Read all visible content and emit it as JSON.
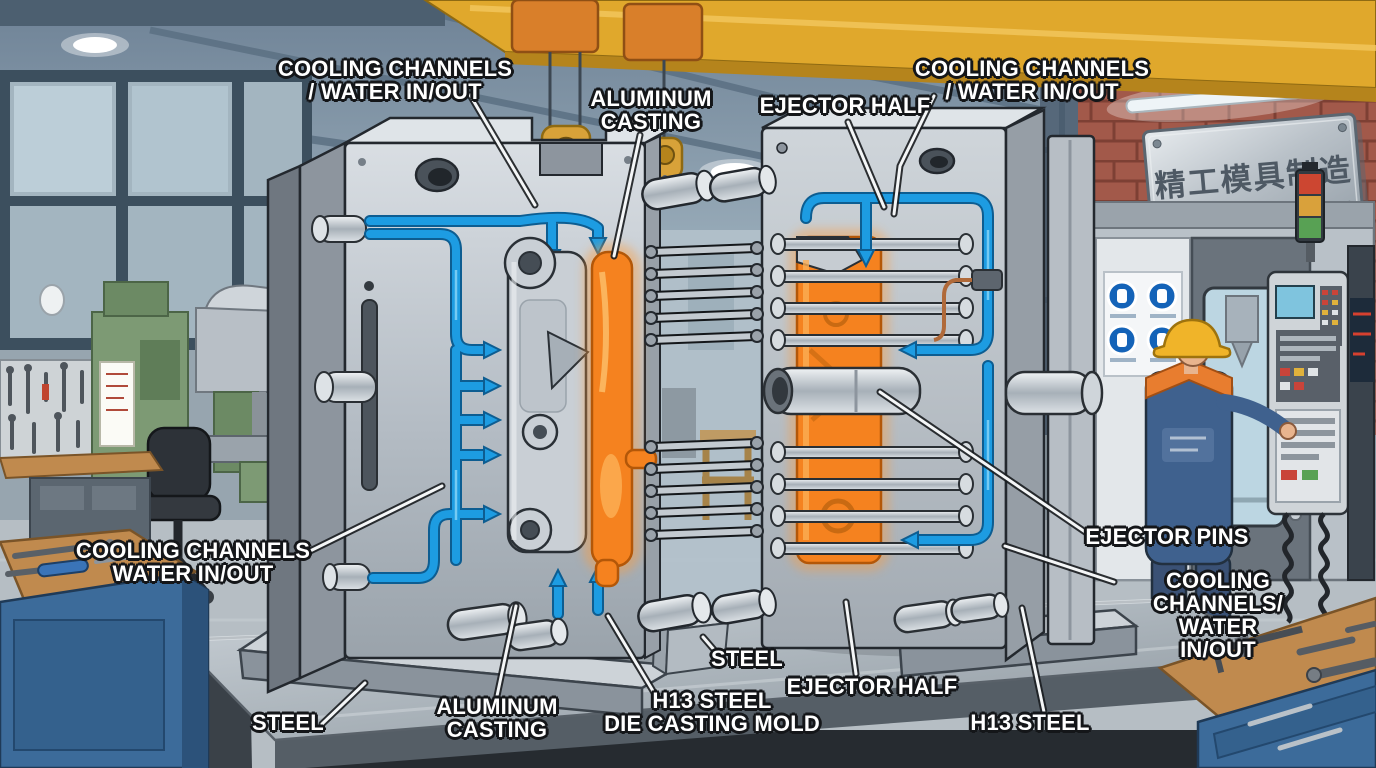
{
  "labels": {
    "cooling_channels_top_left": "COOLING CHANNELS\n/ WATER IN/OUT",
    "aluminum_casting_top": "ALUMINUM\nCASTING",
    "ejector_half_top": "EJECTOR HALF",
    "cooling_channels_top_right": "COOLING CHANNELS\n/ WATER IN/OUT",
    "cooling_channels_left": "COOLING CHANNELS\nWATER IN/OUT",
    "ejector_pins": "EJECTOR PINS",
    "cooling_channels_right": "COOLING CHANNELS/\nWATER IN/OUT",
    "steel_bottom_left": "STEEL",
    "aluminum_casting_bottom": "ALUMINUM\nCASTING",
    "h13_steel_die_casting_mold": "H13 STEEL\nDIE CASTING MOLD",
    "steel_bottom_center": "STEEL",
    "ejector_half_bottom": "EJECTOR HALF",
    "h13_steel_bottom_right": "H13 STEEL"
  },
  "signage": {
    "wall_sign_text": "精工模具制造"
  },
  "colors": {
    "coolant_blue": "#1d9ce2",
    "molten_aluminum_orange": "#f5821f",
    "mold_steel_gray": "#c6ccd2",
    "crane_yellow": "#e0a82c",
    "brick_red": "#a2594a",
    "cabinet_blue": "#3c6b9a",
    "hard_hat_yellow": "#f0b429",
    "stack_light_colors": [
      "#cc4631",
      "#d9a13b",
      "#58a154"
    ]
  }
}
